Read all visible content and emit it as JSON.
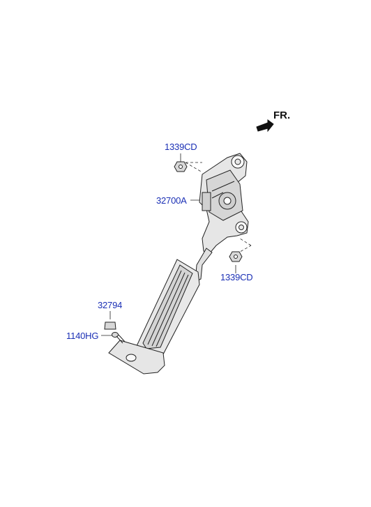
{
  "direction": {
    "label": "FR."
  },
  "parts": {
    "nut_top": "1339CD",
    "pedal_module": "32700A",
    "nut_bottom": "1339CD",
    "stopper": "32794",
    "bolt": "1140HG"
  },
  "colors": {
    "label": "#1a2fb5",
    "line": "#222222",
    "part_fill": "#e6e6e6"
  }
}
